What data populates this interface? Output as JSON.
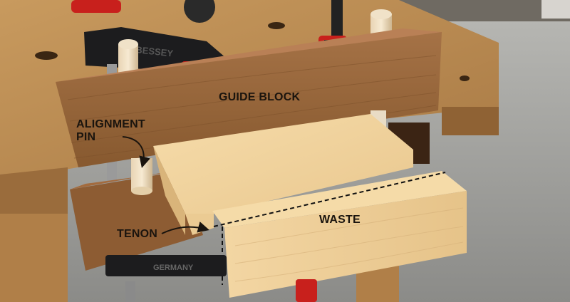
{
  "labels": {
    "guide_block": "GUIDE BLOCK",
    "alignment_pin_line1": "ALIGNMENT",
    "alignment_pin_line2": "PIN",
    "tenon": "TENON",
    "waste": "WASTE"
  },
  "clamp_brand_text": "BESSEY",
  "colors": {
    "floor": "#9a9a96",
    "bench_top": "#b98a52",
    "guide_block": "#9e6b3f",
    "workpiece": "#f0d3a0",
    "clamp_handle": "#c8201c",
    "clamp_body": "#1c1c1e"
  }
}
